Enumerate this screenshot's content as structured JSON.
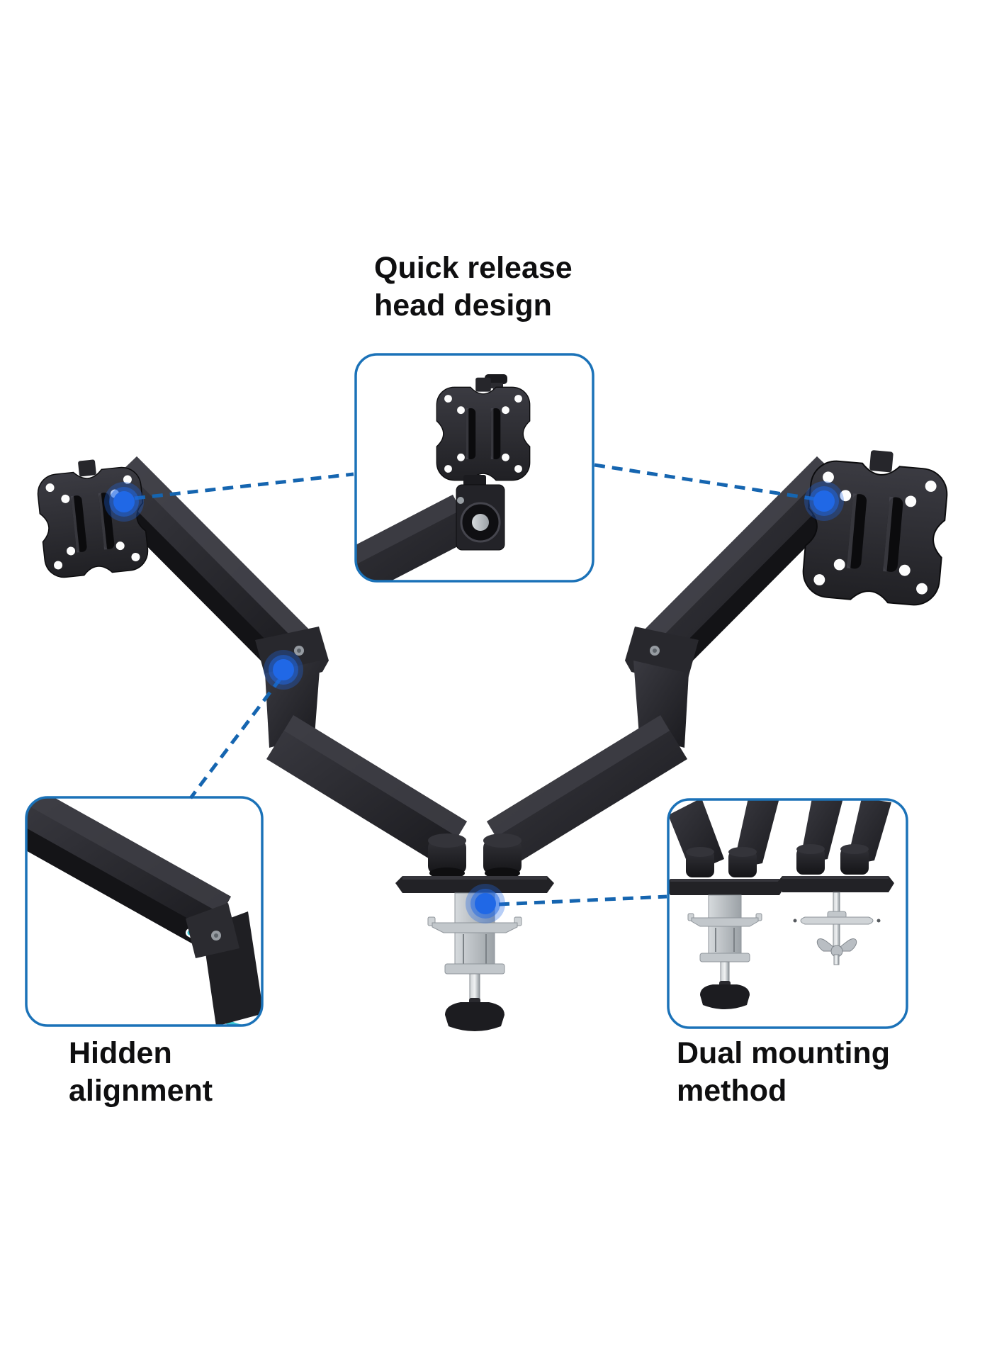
{
  "callouts": {
    "quick_release": {
      "line1": "Quick release",
      "line2": "head design"
    },
    "hidden_alignment": {
      "line1": "Hidden",
      "line2": "alignment"
    },
    "dual_mounting": {
      "line1": "Dual mounting",
      "line2": "method"
    }
  },
  "colors": {
    "accent-blue": "#1b72b8",
    "dashed-blue": "#1565b0",
    "dot-blue": "#2068e6",
    "cable-cyan": "#3fc6d4",
    "text-black": "#0f0f10",
    "background": "#ffffff"
  }
}
